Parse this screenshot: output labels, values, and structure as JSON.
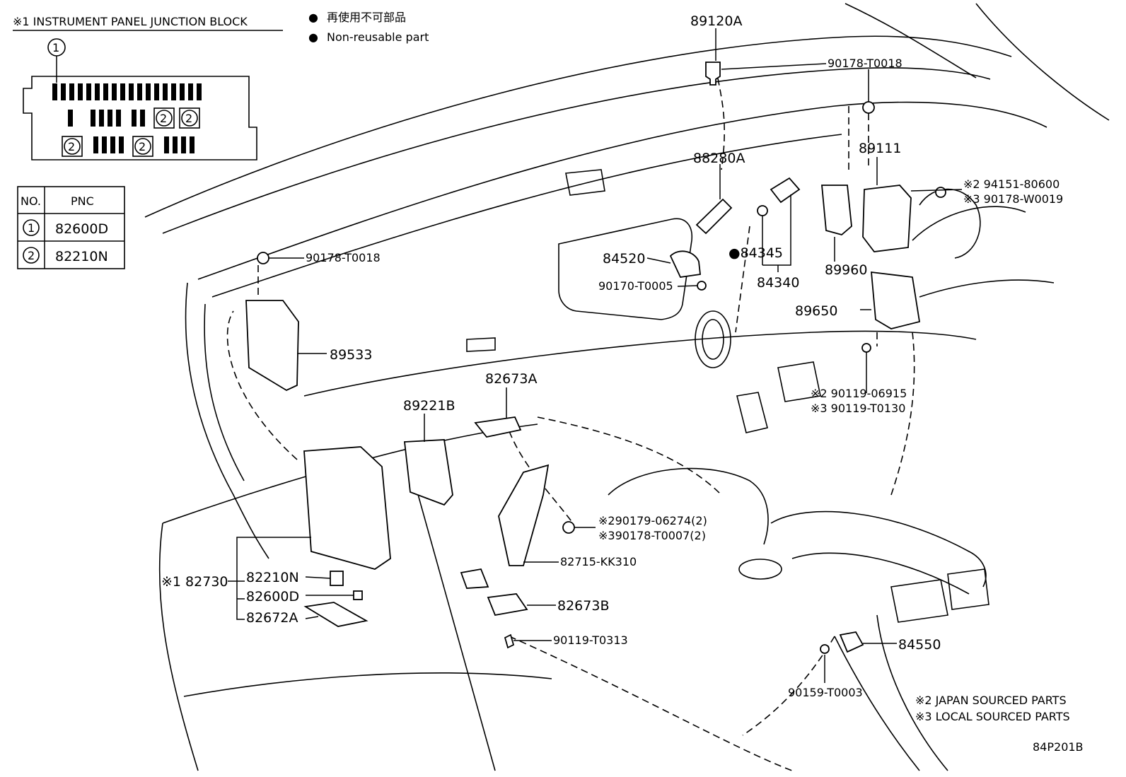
{
  "junction_block": {
    "title": "※1 INSTRUMENT PANEL JUNCTION BLOCK",
    "callout": "1",
    "slot_mark": "2"
  },
  "legend": {
    "symbol": "●",
    "japanese": "再使用不可部品",
    "english": "Non-reusable part"
  },
  "pnc_table": {
    "headers": [
      "NO.",
      "PNC"
    ],
    "rows": [
      {
        "no": "1",
        "pnc": "82600D"
      },
      {
        "no": "2",
        "pnc": "82210N"
      }
    ]
  },
  "parts": {
    "p89120A": "89120A",
    "p90178T0018_top": "90178-T0018",
    "p89111": "89111",
    "p88280A": "88280A",
    "p94151": "※2 94151-80600",
    "p90178W0019": "※3 90178-W0019",
    "p90178T0018_left": "90178-T0018",
    "p84520": "84520",
    "p84345": "●84345",
    "p90170T0005": "90170-T0005",
    "p84340": "84340",
    "p89960": "89960",
    "p89650": "89650",
    "p89533": "89533",
    "p82673A": "82673A",
    "p89221B": "89221B",
    "p90119_06915": "※2 90119-06915",
    "p90119_T0130": "※3 90119-T0130",
    "p90179": "※290179-06274(2)",
    "p90178T0007": "※390178-T0007(2)",
    "p82730": "※1 82730",
    "p82210N": "82210N",
    "p82600D": "82600D",
    "p82672A": "82672A",
    "p82715": "82715-KK310",
    "p82673B": "82673B",
    "p90119T0313": "90119-T0313",
    "p84550": "84550",
    "p90159": "90159-T0003"
  },
  "notes": {
    "japan": "※2 JAPAN SOURCED PARTS",
    "local": "※3 LOCAL SOURCED PARTS"
  },
  "figure_code": "84P201B"
}
